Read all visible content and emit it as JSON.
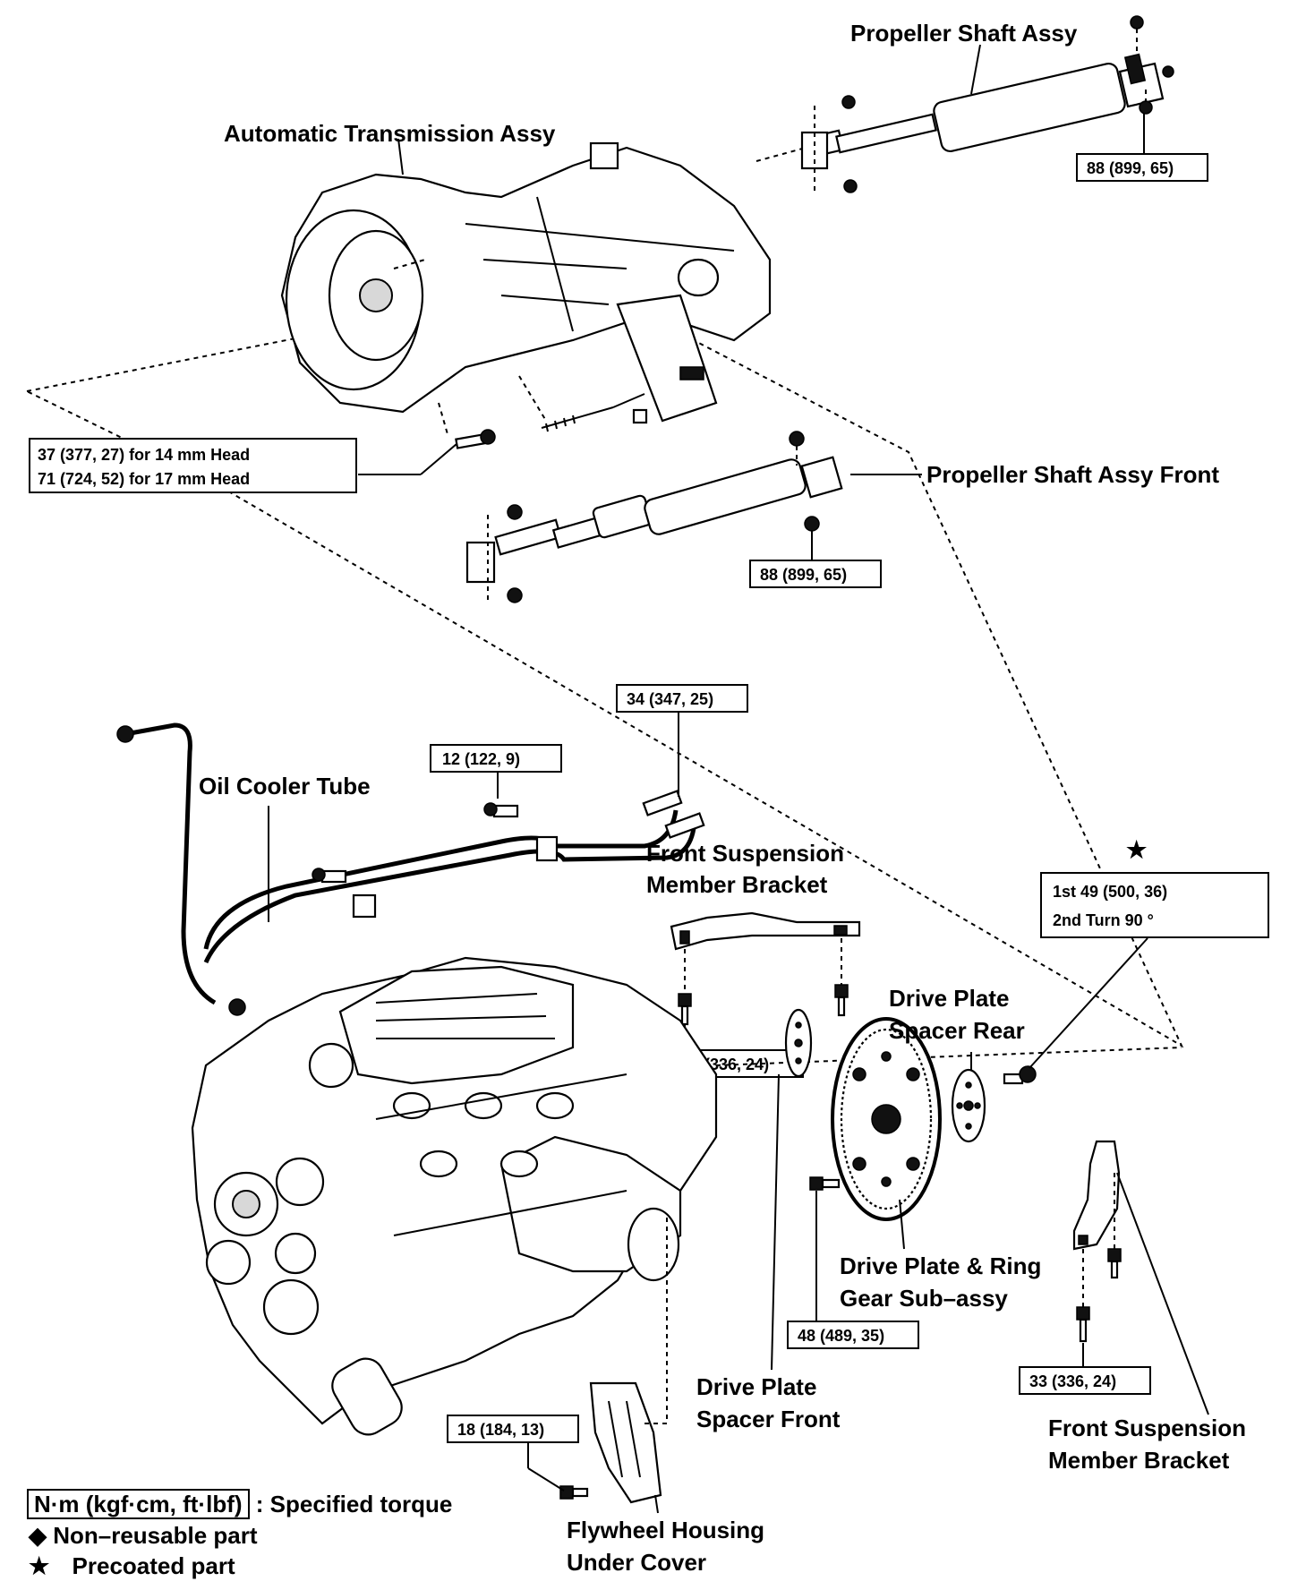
{
  "labels": {
    "propeller_shaft": "Propeller Shaft Assy",
    "auto_trans": "Automatic Transmission Assy",
    "prop_shaft_front": "Propeller Shaft Assy Front",
    "oil_cooler_tube": "Oil Cooler Tube",
    "fsm_bracket_top_l1": "Front Suspension",
    "fsm_bracket_top_l2": "Member Bracket",
    "dp_spacer_rear_l1": "Drive Plate",
    "dp_spacer_rear_l2": "Spacer Rear",
    "dp_ring_gear_l1": "Drive Plate & Ring",
    "dp_ring_gear_l2": "Gear Sub–assy",
    "dp_spacer_front_l1": "Drive Plate",
    "dp_spacer_front_l2": "Spacer Front",
    "fsm_bracket_bot_l1": "Front Suspension",
    "fsm_bracket_bot_l2": "Member Bracket",
    "flywheel_cover_l1": "Flywheel Housing",
    "flywheel_cover_l2": "Under Cover",
    "precoat_star": "★"
  },
  "torques": {
    "prop_rear": "88 (899, 65)",
    "trans_bolt_l1": "37 (377, 27) for  14 mm Head",
    "trans_bolt_l2": "71 (724, 52) for  17 mm Head",
    "prop_front": "88 (899, 65)",
    "oil_union": "34 (347, 25)",
    "oil_bolt": "12 (122, 9)",
    "dp_bolt_l1": "1st 49 (500, 36)",
    "dp_bolt_l2": "2nd Turn 90 °",
    "fsm_top": "33 (336, 24)",
    "ring_gear": "48 (489, 35)",
    "fsm_bot": "33 (336, 24)",
    "flywheel_cover": "18 (184, 13)"
  },
  "legend": {
    "units": "N·m (kgf·cm, ft·lbf)",
    "units_desc": ": Specified torque",
    "nonreusable": "◆ Non–reusable part",
    "precoated_sym": "★",
    "precoated": "Precoated part"
  }
}
